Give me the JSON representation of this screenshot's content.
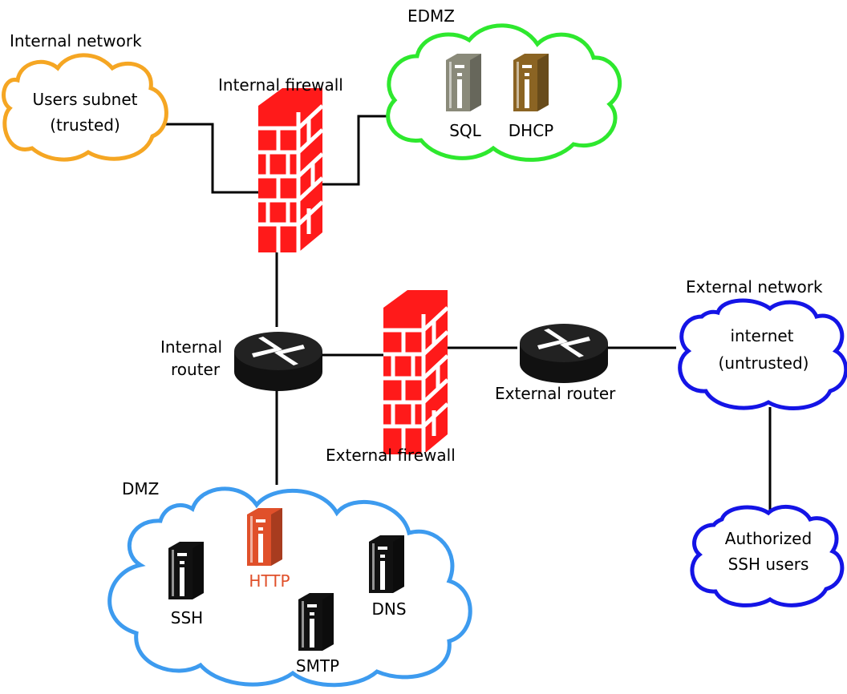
{
  "labels": {
    "internal_network": "Internal network",
    "edmz": "EDMZ",
    "internal_firewall": "Internal firewall",
    "internal_router": "Internal router",
    "external_firewall": "External firewall",
    "external_router": "External router",
    "external_network": "External network",
    "dmz": "DMZ"
  },
  "clouds": {
    "users_subnet": {
      "line1": "Users subnet",
      "line2": "(trusted)",
      "color": "#f5a623"
    },
    "edmz": {
      "color": "#2ee82e"
    },
    "dmz": {
      "color": "#3d9bef"
    },
    "internet": {
      "line1": "internet",
      "line2": "(untrusted)",
      "color": "#1414e6"
    },
    "ssh_users": {
      "line1": "Authorized",
      "line2": "SSH users",
      "color": "#1414e6"
    }
  },
  "servers": {
    "sql": {
      "label": "SQL",
      "color": "#8a8a7a"
    },
    "dhcp": {
      "label": "DHCP",
      "color": "#8b6423"
    },
    "ssh": {
      "label": "SSH",
      "color": "#111111"
    },
    "http": {
      "label": "HTTP",
      "color": "#e0502a"
    },
    "dns": {
      "label": "DNS",
      "color": "#111111"
    },
    "smtp": {
      "label": "SMTP",
      "color": "#111111"
    }
  },
  "colors": {
    "firewall": "#ff1a1a",
    "router": "#111111",
    "link": "#000000",
    "http_label": "#e0502a"
  }
}
